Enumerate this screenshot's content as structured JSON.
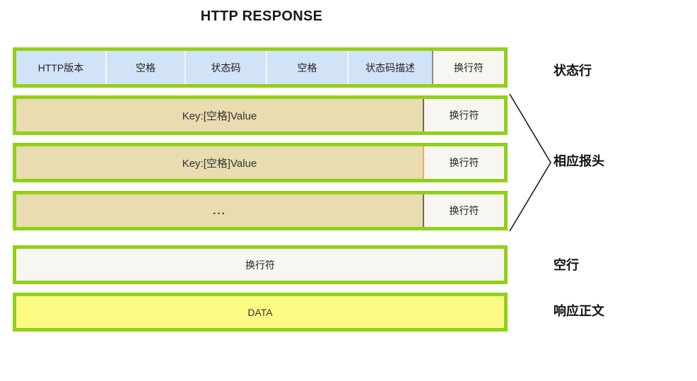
{
  "title": "HTTP RESPONSE",
  "status_line": {
    "cells": [
      {
        "label": "HTTP版本"
      },
      {
        "label": "空格"
      },
      {
        "label": "状态码"
      },
      {
        "label": "空格"
      },
      {
        "label": "状态码描述"
      },
      {
        "label": "换行符"
      }
    ]
  },
  "headers": [
    {
      "body": "Key:[空格]Value",
      "eol": "换行符"
    },
    {
      "body": "Key:[空格]Value",
      "eol": "换行符"
    },
    {
      "body": "...",
      "eol": "换行符"
    }
  ],
  "blank_line": {
    "label": "换行符"
  },
  "body_row": {
    "label": "DATA"
  },
  "side_labels": {
    "status_line": "状态行",
    "response_headers": "相应报头",
    "blank_line": "空行",
    "response_body": "响应正文"
  },
  "colors": {
    "border_green": "#92d018",
    "status_cell": "#d3e3f7",
    "header_body": "#e8dcb0",
    "eol_cell": "#f7f6f0",
    "data_cell": "#fbfb84",
    "orange_divider": "#f0a868",
    "text": "#111111"
  }
}
